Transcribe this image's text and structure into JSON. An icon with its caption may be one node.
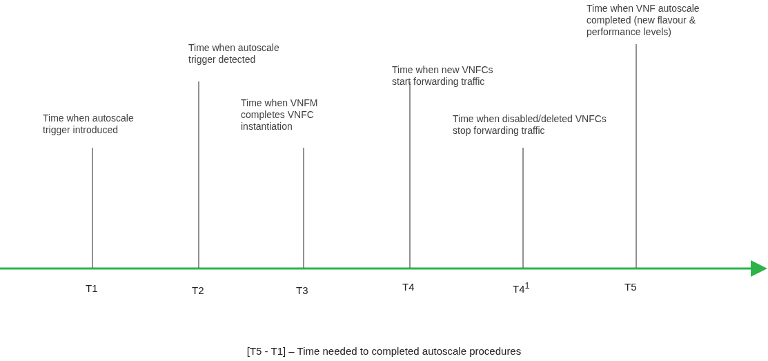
{
  "diagram": {
    "caption": "[T5 - T1] – Time needed to completed autoscale procedures",
    "labels": [
      "Time when VNF autoscale completed (new flavour & performance levels)",
      "Time when new VNFCs start forwarding traffic",
      "Time when autoscale trigger detected",
      "Time when VNFM completes VNFC instantiation",
      "Time when disabled/deleted VNFCs stop forwarding traffic",
      "Time when autoscale trigger introduced",
      "T1",
      "T2",
      "T3",
      "T4",
      "T4$^{1}$",
      "T5"
    ]
  }
}
